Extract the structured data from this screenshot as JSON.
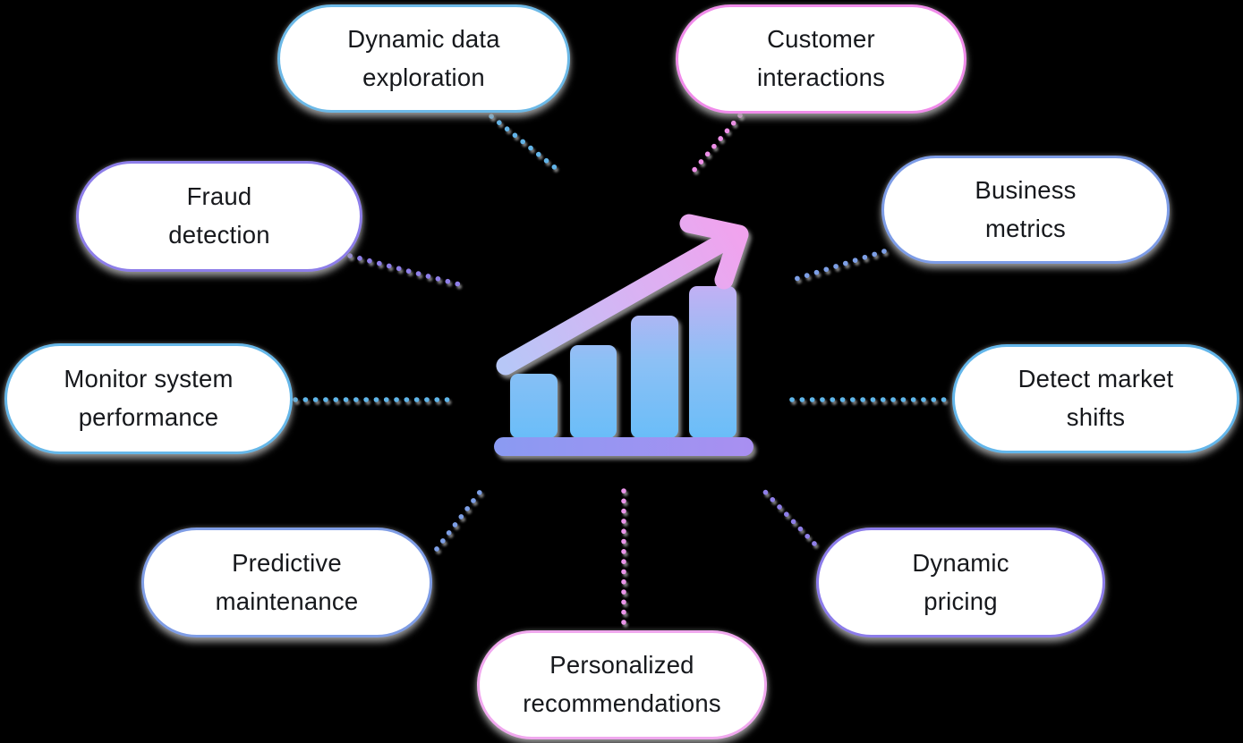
{
  "canvas": {
    "background_color": "#000000",
    "text_color": "#16181c"
  },
  "nodes": {
    "dynamic_data_exploration": {
      "label": "Dynamic data\nexploration",
      "border_color": "#6cb9e7",
      "connector_color": "#62b4e8"
    },
    "customer_interactions": {
      "label": "Customer\ninteractions",
      "border_color": "#f08cea",
      "connector_color": "#ee8fe8"
    },
    "fraud_detection": {
      "label": "Fraud\ndetection",
      "border_color": "#8d7ee9",
      "connector_color": "#8f7fe8"
    },
    "business_metrics": {
      "label": "Business\nmetrics",
      "border_color": "#7d9ce6",
      "connector_color": "#7d9fe6"
    },
    "monitor_system_performance": {
      "label": "Monitor system\nperformance",
      "border_color": "#66b7e8",
      "connector_color": "#5fb6ea"
    },
    "detect_market_shifts": {
      "label": "Detect market\nshifts",
      "border_color": "#63b6ea",
      "connector_color": "#5fb6ea"
    },
    "predictive_maintenance": {
      "label": "Predictive\nmaintenance",
      "border_color": "#7f9de5",
      "connector_color": "#7d9fe6"
    },
    "dynamic_pricing": {
      "label": "Dynamic\npricing",
      "border_color": "#8c7cea",
      "connector_color": "#8f7fe8"
    },
    "personalized_recommendations": {
      "label": "Personalized\nrecommendations",
      "border_color": "#f0a8ee",
      "connector_color": "#ea96ea"
    }
  },
  "center_icon": {
    "name": "bar-chart-with-rising-arrow",
    "bar_gradient_top": "#c5aff4",
    "bar_gradient_mid": "#8cc0f5",
    "bar_gradient_bottom": "#69bdf8",
    "base_color_left": "#8a9af2",
    "base_color_right": "#a98ff1",
    "arrow_gradient_start": "#b7c7f7",
    "arrow_gradient_end": "#f1a3ee",
    "shadow_color": "#9b9b9b"
  }
}
